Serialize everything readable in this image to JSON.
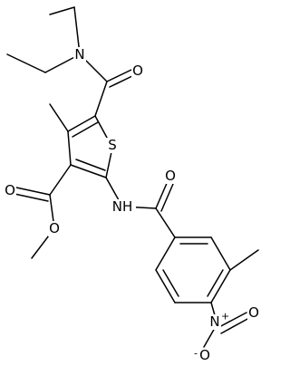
{
  "molecule": {
    "atoms": {
      "amide_n": "N",
      "amide_o": "O",
      "thiophene_s": "S",
      "ester_o_carbonyl": "O",
      "ester_o_methoxy": "O",
      "amine_nh": "NH",
      "benzamide_o": "O",
      "nitro_n": "N",
      "nitro_n_charge": "+",
      "nitro_o_top": "O",
      "nitro_o_bottom": "O",
      "nitro_o_bottom_charge": "-"
    }
  }
}
